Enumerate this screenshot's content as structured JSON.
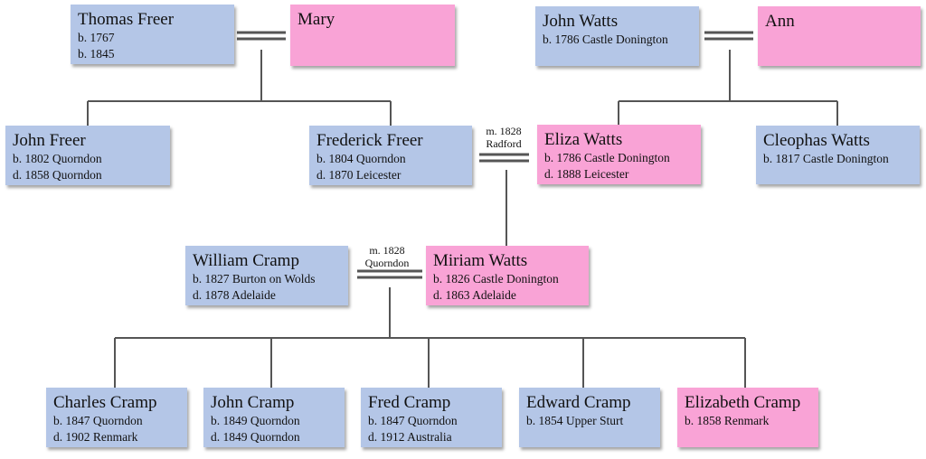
{
  "people": {
    "thomas_freer": {
      "name": "Thomas Freer",
      "line1": "b. 1767",
      "line2": "b. 1845"
    },
    "mary": {
      "name": "Mary"
    },
    "john_watts": {
      "name": "John Watts",
      "line1": "b. 1786 Castle Donington"
    },
    "ann": {
      "name": "Ann"
    },
    "john_freer": {
      "name": "John Freer",
      "line1": "b. 1802 Quorndon",
      "line2": "d. 1858 Quorndon"
    },
    "frederick_freer": {
      "name": "Frederick Freer",
      "line1": "b. 1804 Quorndon",
      "line2": "d. 1870 Leicester"
    },
    "eliza_watts": {
      "name": "Eliza Watts",
      "line1": "b. 1786 Castle Donington",
      "line2": "d. 1888 Leicester"
    },
    "cleophas_watts": {
      "name": "Cleophas Watts",
      "line1": "b. 1817 Castle Donington"
    },
    "william_cramp": {
      "name": "William Cramp",
      "line1": "b. 1827 Burton on Wolds",
      "line2": "d. 1878 Adelaide"
    },
    "miriam_watts": {
      "name": "Miriam Watts",
      "line1": "b. 1826 Castle Donington",
      "line2": "d. 1863 Adelaide"
    },
    "charles_cramp": {
      "name": "Charles Cramp",
      "line1": "b. 1847 Quorndon",
      "line2": "d. 1902 Renmark"
    },
    "john_cramp": {
      "name": "John Cramp",
      "line1": "b. 1849 Quorndon",
      "line2": "d. 1849 Quorndon"
    },
    "fred_cramp": {
      "name": "Fred Cramp",
      "line1": "b. 1847 Quorndon",
      "line2": "d. 1912 Australia"
    },
    "edward_cramp": {
      "name": "Edward Cramp",
      "line1": "b. 1854 Upper Sturt"
    },
    "elizabeth_cramp": {
      "name": "Elizabeth Cramp",
      "line1": "b. 1858 Renmark"
    }
  },
  "marriages": {
    "freer_watts": {
      "line1": "m. 1828",
      "line2": "Radford"
    },
    "cramp_watts": {
      "line1": "m. 1828",
      "line2": "Quorndon"
    }
  },
  "colors": {
    "male": "#b4c6e7",
    "female": "#f9a3d6",
    "connector": "#555555"
  }
}
